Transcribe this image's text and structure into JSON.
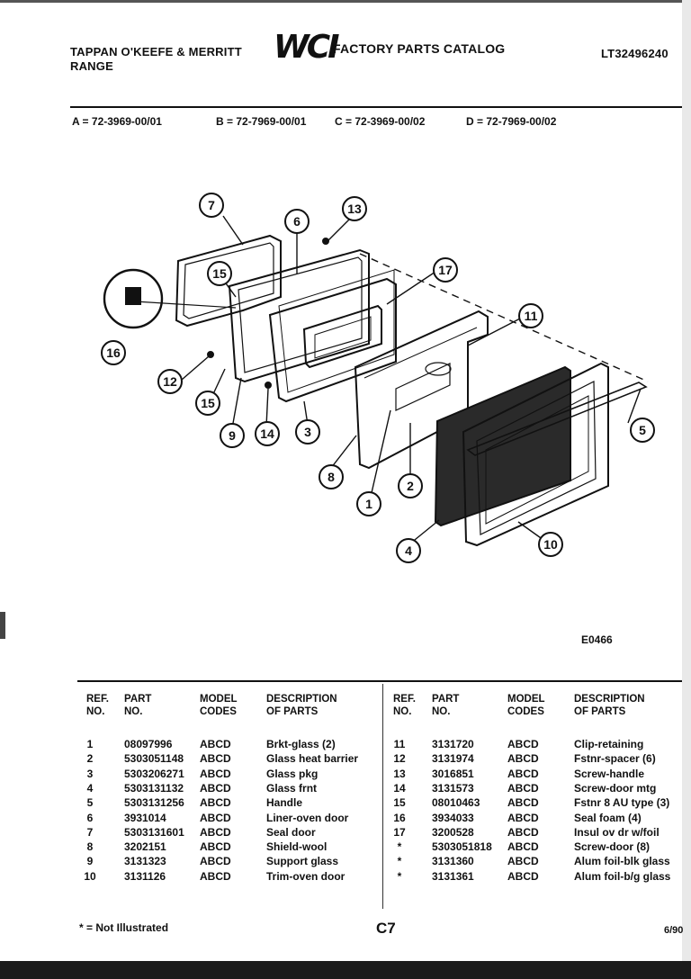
{
  "header": {
    "company_line1": "TAPPAN O'KEEFE & MERRITT",
    "company_line2": "RANGE",
    "logo": "WCI",
    "catalog_title": "FACTORY PARTS CATALOG",
    "model_number": "LT32496240"
  },
  "models": [
    {
      "label": "A = 72-3969-00/01"
    },
    {
      "label": "B = 72-7969-00/01"
    },
    {
      "label": "C = 72-3969-00/02"
    },
    {
      "label": "D = 72-7969-00/02"
    }
  ],
  "diagram": {
    "figure_code": "E0466",
    "callouts": [
      "1",
      "2",
      "3",
      "4",
      "5",
      "6",
      "7",
      "8",
      "9",
      "10",
      "11",
      "12",
      "13",
      "14",
      "15",
      "15",
      "16",
      "17"
    ]
  },
  "table": {
    "headers": {
      "ref": "REF.\nNO.",
      "part": "PART\nNO.",
      "codes": "MODEL\nCODES",
      "desc": "DESCRIPTION\nOF PARTS"
    },
    "left_rows": [
      {
        "ref": "1",
        "part": "08097996",
        "codes": "ABCD",
        "desc": "Brkt-glass (2)"
      },
      {
        "ref": "2",
        "part": "5303051148",
        "codes": "ABCD",
        "desc": "Glass heat barrier"
      },
      {
        "ref": "3",
        "part": "5303206271",
        "codes": "ABCD",
        "desc": "Glass pkg"
      },
      {
        "ref": "4",
        "part": "5303131132",
        "codes": "ABCD",
        "desc": "Glass frnt"
      },
      {
        "ref": "5",
        "part": "5303131256",
        "codes": "ABCD",
        "desc": "Handle"
      },
      {
        "ref": "6",
        "part": "3931014",
        "codes": "ABCD",
        "desc": "Liner-oven door"
      },
      {
        "ref": "7",
        "part": "5303131601",
        "codes": "ABCD",
        "desc": "Seal door"
      },
      {
        "ref": "8",
        "part": "3202151",
        "codes": "ABCD",
        "desc": "Shield-wool"
      },
      {
        "ref": "9",
        "part": "3131323",
        "codes": "ABCD",
        "desc": "Support glass"
      },
      {
        "ref": "10",
        "part": "3131126",
        "codes": "ABCD",
        "desc": "Trim-oven door"
      }
    ],
    "right_rows": [
      {
        "ref": "11",
        "part": "3131720",
        "codes": "ABCD",
        "desc": "Clip-retaining"
      },
      {
        "ref": "12",
        "part": "3131974",
        "codes": "ABCD",
        "desc": "Fstnr-spacer (6)"
      },
      {
        "ref": "13",
        "part": "3016851",
        "codes": "ABCD",
        "desc": "Screw-handle"
      },
      {
        "ref": "14",
        "part": "3131573",
        "codes": "ABCD",
        "desc": "Screw-door mtg"
      },
      {
        "ref": "15",
        "part": "08010463",
        "codes": "ABCD",
        "desc": "Fstnr 8 AU type (3)"
      },
      {
        "ref": "16",
        "part": "3934033",
        "codes": "ABCD",
        "desc": "Seal foam (4)"
      },
      {
        "ref": "17",
        "part": "3200528",
        "codes": "ABCD",
        "desc": "Insul ov dr w/foil"
      },
      {
        "ref": "*",
        "part": "5303051818",
        "codes": "ABCD",
        "desc": "Screw-door (8)"
      },
      {
        "ref": "*",
        "part": "3131360",
        "codes": "ABCD",
        "desc": "Alum foil-blk glass"
      },
      {
        "ref": "*",
        "part": "3131361",
        "codes": "ABCD",
        "desc": "Alum foil-b/g glass"
      }
    ]
  },
  "footer": {
    "note": "* = Not Illustrated",
    "page": "C7",
    "date": "6/90"
  }
}
